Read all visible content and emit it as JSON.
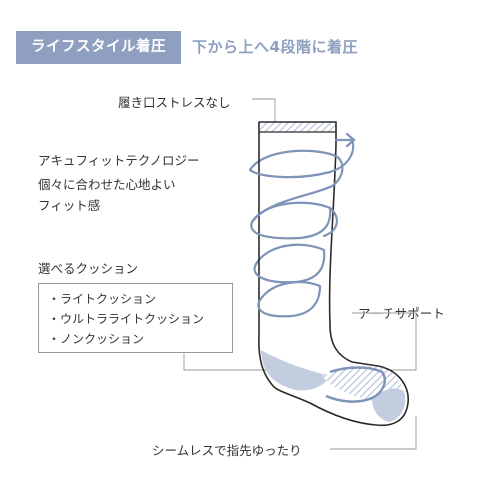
{
  "header": {
    "badge": "ライフスタイル着圧",
    "subtitle": "下から上へ4段階に着圧"
  },
  "labels": {
    "cuff": "履き口ストレスなし",
    "technology": "アキュフィットテクノロジー",
    "fit_line1": "個々に合わせた心地よい",
    "fit_line2": "フィット感",
    "cushion_title": "選べるクッション",
    "cushion_options": [
      "・ライトクッション",
      "・ウルトラライトクッション",
      "・ノンクッション"
    ],
    "arch": "アーチサポート",
    "toe": "シームレスで指先ゆったり"
  },
  "colors": {
    "accent": "#8e9fbf",
    "spiral": "#7e93b8",
    "cushion_fill": "#c3cde0",
    "outline": "#2b2b2b",
    "leader": "#9a9a9a"
  }
}
